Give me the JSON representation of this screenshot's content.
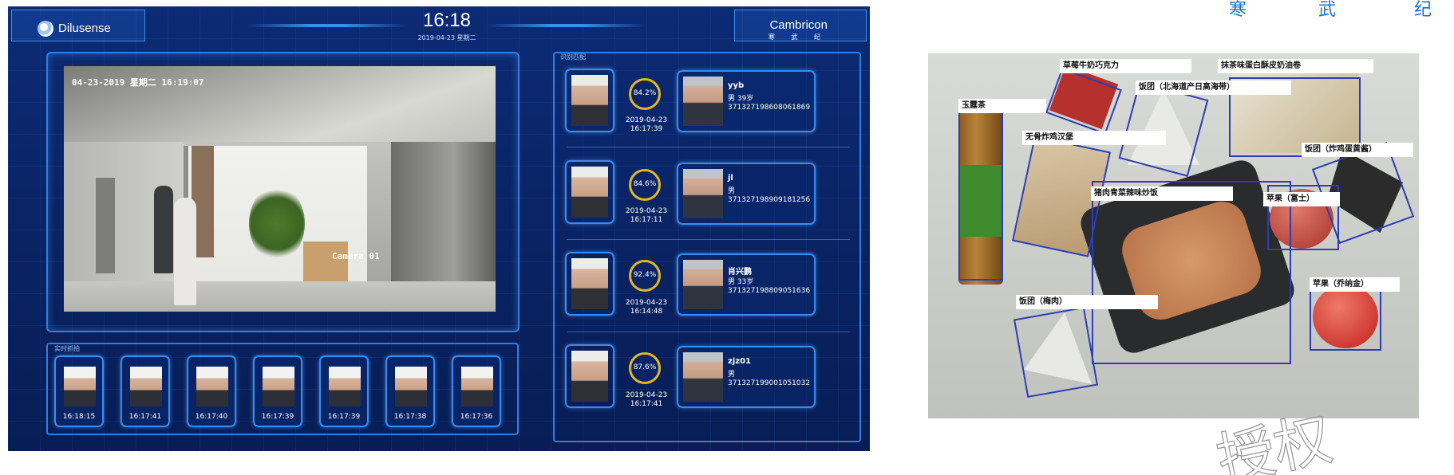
{
  "dashboard": {
    "brand": "Dilusense",
    "clock": {
      "time": "16:18",
      "date": "2019-04-23  星期二"
    },
    "vendor": {
      "name": "Cambricon",
      "subtitle": "寒 武 纪"
    },
    "video": {
      "osd_timestamp": "04-23-2019 星期二 16:19:07",
      "camera_label": "Camera 01"
    },
    "capture_strip": {
      "title": "实时抓拍",
      "items": [
        {
          "time": "16:18:15"
        },
        {
          "time": "16:17:41"
        },
        {
          "time": "16:17:40"
        },
        {
          "time": "16:17:39"
        },
        {
          "time": "16:17:39"
        },
        {
          "time": "16:17:38"
        },
        {
          "time": "16:17:36"
        }
      ]
    },
    "match_panel": {
      "title": "识别匹配",
      "matches": [
        {
          "similarity": "84.2%",
          "date": "2019-04-23",
          "time": "16:17:39",
          "name": "yyb",
          "sex_age": "男     39岁",
          "id_number": "371327198608061869"
        },
        {
          "similarity": "84.6%",
          "date": "2019-04-23",
          "time": "16:17:11",
          "name": "jl",
          "sex_age": "男",
          "id_number": "371327198909181256"
        },
        {
          "similarity": "92.4%",
          "date": "2019-04-23",
          "time": "16:14:48",
          "name": "肖兴鹏",
          "sex_age": "男     33岁",
          "id_number": "371327198809051636"
        },
        {
          "similarity": "87.6%",
          "date": "2019-04-23",
          "time": "16:17:41",
          "name": "zjz01",
          "sex_age": "男",
          "id_number": "371327199001051032"
        }
      ]
    },
    "colors": {
      "background": "#0a2466",
      "frame": "#2f7fe0",
      "ring": "#e2b624"
    }
  },
  "food_detection": {
    "labels": [
      "草莓牛奶巧克力",
      "抹茶味蛋白酥皮奶油卷",
      "饭团（北海道产日高海带）",
      "玉露茶",
      "无骨炸鸡汉堡",
      "饭团（炸鸡蛋黄酱）",
      "猪肉青菜辣味炒饭",
      "苹果（富士）",
      "苹果（乔纳金）",
      "饭团（梅肉）"
    ],
    "colors": {
      "box": "#2b3eb4"
    }
  },
  "page_header": {
    "glyphs": [
      "寒",
      "武",
      "纪"
    ]
  },
  "watermark": {
    "text": "授权"
  }
}
